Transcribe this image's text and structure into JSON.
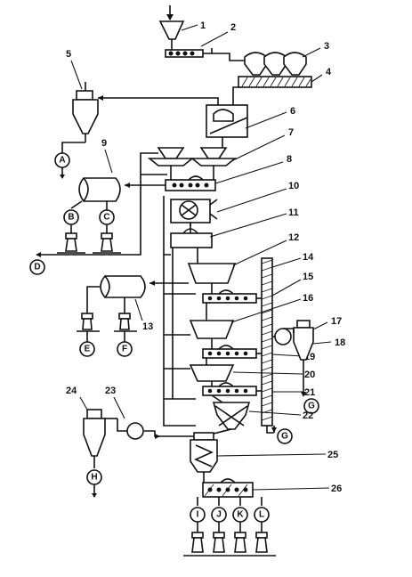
{
  "labels": {
    "n1": "1",
    "n2": "2",
    "n3": "3",
    "n4": "4",
    "n5": "5",
    "n6": "6",
    "n7": "7",
    "n8": "8",
    "n9": "9",
    "n10": "10",
    "n11": "11",
    "n12": "12",
    "n13": "13",
    "n14": "14",
    "n15": "15",
    "n16": "16",
    "n17": "17",
    "n18": "18",
    "n19": "19",
    "n20": "20",
    "n21": "21",
    "n22": "22",
    "n23": "23",
    "n24": "24",
    "n25": "25",
    "n26": "26"
  },
  "streams": {
    "A": "A",
    "B": "B",
    "C": "C",
    "D": "D",
    "E": "E",
    "F": "F",
    "G1": "G",
    "G2": "G",
    "H": "H",
    "I": "I",
    "J": "J",
    "K": "K",
    "L": "L"
  }
}
